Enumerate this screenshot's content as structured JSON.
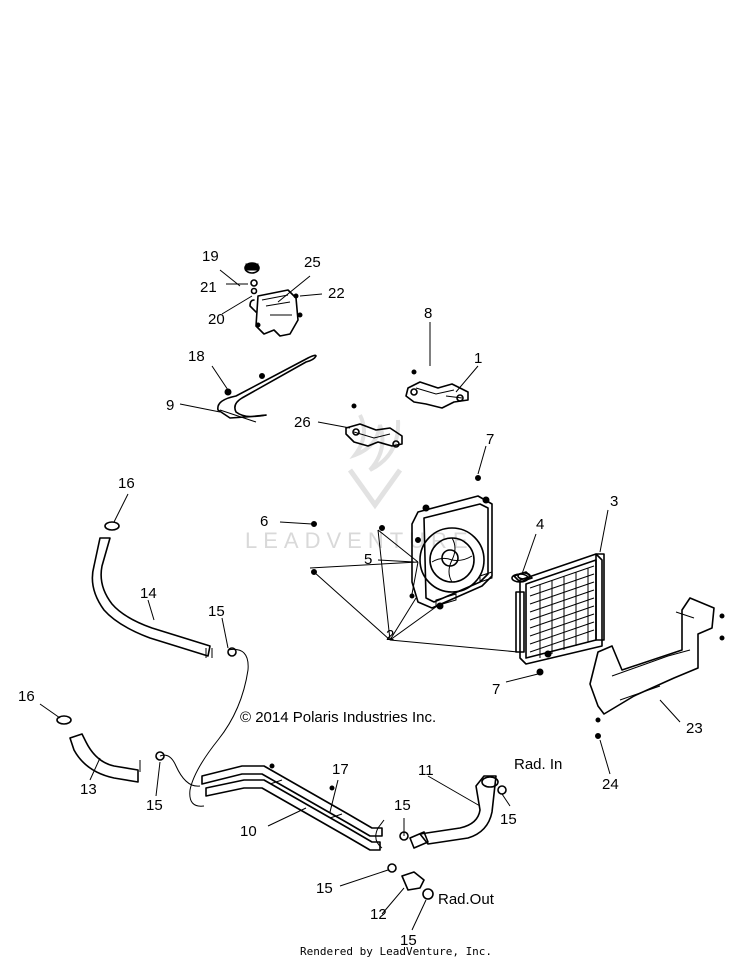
{
  "copyright": "© 2014 Polaris Industries Inc.",
  "footer": "Rendered by LeadVenture, Inc.",
  "watermark": "LEADVENTURE",
  "port_labels": {
    "rad_in": "Rad. In",
    "rad_out": "Rad.Out"
  },
  "callouts": {
    "c1": "1",
    "c2": "2",
    "c3": "3",
    "c4": "4",
    "c5": "5",
    "c6": "6",
    "c7a": "7",
    "c7b": "7",
    "c8": "8",
    "c9": "9",
    "c10": "10",
    "c11": "11",
    "c12": "12",
    "c13": "13",
    "c14": "14",
    "c15a": "15",
    "c15b": "15",
    "c15c": "15",
    "c15d": "15",
    "c15e": "15",
    "c15f": "15",
    "c16a": "16",
    "c16b": "16",
    "c17": "17",
    "c18": "18",
    "c19": "19",
    "c20": "20",
    "c21": "21",
    "c22": "22",
    "c23": "23",
    "c24": "24",
    "c25": "25",
    "c26": "26"
  },
  "colors": {
    "line": "#000000",
    "watermark": "#d9d9d9",
    "background": "#ffffff"
  }
}
